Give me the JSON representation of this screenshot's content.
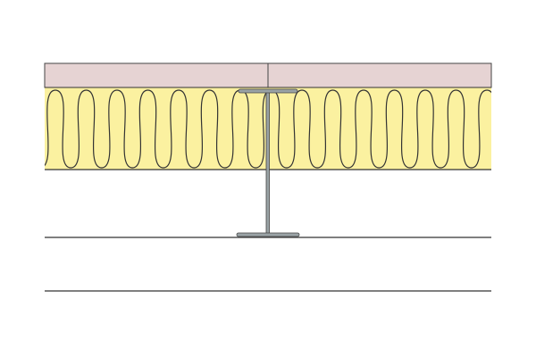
{
  "diagram": {
    "type": "construction-section",
    "components": [
      "plasterboard",
      "insulation",
      "steel-i-stud",
      "lining-lines"
    ],
    "colors": {
      "board": "#e6d3d3",
      "insulation": "#fbf1a0",
      "outline": "#333333",
      "stud": "#9aa3a6"
    }
  }
}
